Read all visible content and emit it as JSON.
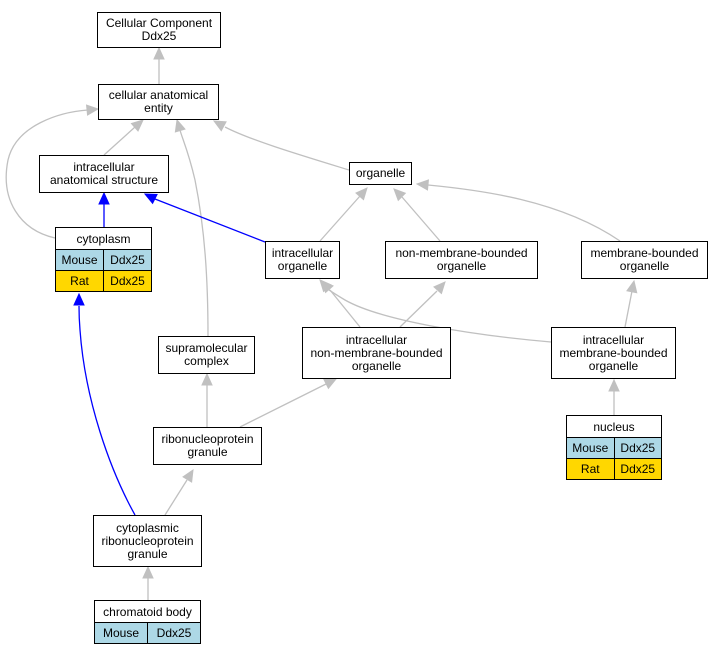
{
  "nodes": {
    "root": [
      "Cellular Component",
      "Ddx25"
    ],
    "cae": [
      "cellular anatomical",
      "entity"
    ],
    "ias": [
      "intracellular",
      "anatomical structure"
    ],
    "organelle": [
      "organelle"
    ],
    "cytoplasm": {
      "title": "cytoplasm",
      "rows": [
        {
          "species": "Mouse",
          "gene": "Ddx25",
          "color": "#add8e6"
        },
        {
          "species": "Rat",
          "gene": "Ddx25",
          "color": "#ffd700"
        }
      ]
    },
    "io": [
      "intracellular",
      "organelle"
    ],
    "nmbo": [
      "non-membrane-bounded",
      "organelle"
    ],
    "mbo": [
      "membrane-bounded",
      "organelle"
    ],
    "smc": [
      "supramolecular",
      "complex"
    ],
    "inmbo": [
      "intracellular",
      "non-membrane-bounded",
      "organelle"
    ],
    "imbo": [
      "intracellular",
      "membrane-bounded",
      "organelle"
    ],
    "nucleus": {
      "title": "nucleus",
      "rows": [
        {
          "species": "Mouse",
          "gene": "Ddx25",
          "color": "#add8e6"
        },
        {
          "species": "Rat",
          "gene": "Ddx25",
          "color": "#ffd700"
        }
      ]
    },
    "rnpg": [
      "ribonucleoprotein",
      "granule"
    ],
    "crnpg": [
      "cytoplasmic",
      "ribonucleoprotein",
      "granule"
    ],
    "chromatoid": {
      "title": "chromatoid body",
      "rows": [
        {
          "species": "Mouse",
          "gene": "Ddx25",
          "color": "#add8e6"
        }
      ]
    }
  },
  "edge_colors": {
    "default": "#c0c0c0",
    "highlight": "#0000ff"
  }
}
